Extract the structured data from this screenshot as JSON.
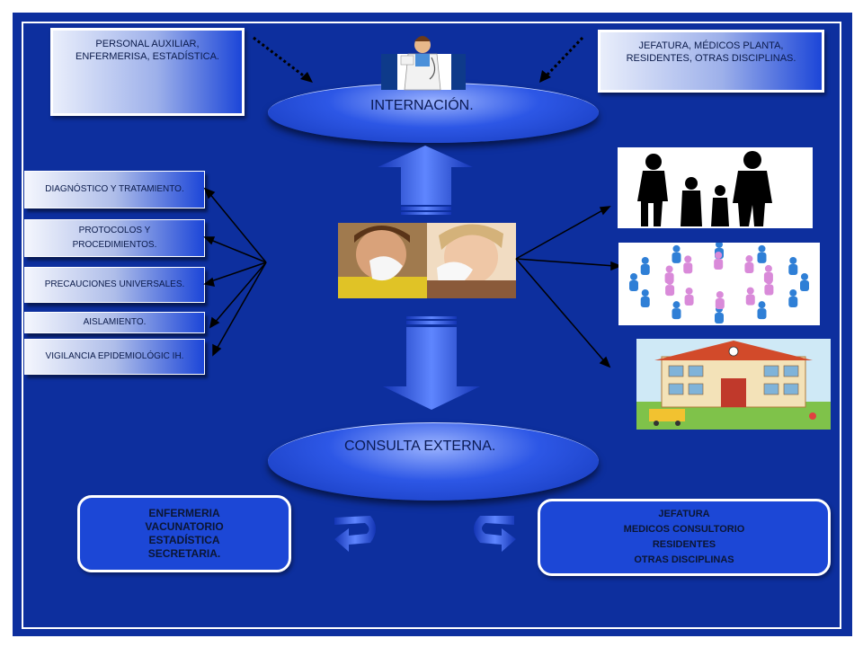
{
  "top_left_box": [
    "PERSONAL AUXILIAR,",
    "ENFERMERISA, ESTADÍSTICA."
  ],
  "top_right_box": [
    "JEFATURA, MÉDICOS PLANTA,",
    "RESIDENTES, OTRAS DISCIPLINAS."
  ],
  "internacion_label": "INTERNACIÓN.",
  "consulta_label": "CONSULTA EXTERNA.",
  "left_boxes": [
    "DIAGNÓSTICO  Y TRATAMIENTO.",
    "PROTOCOLOS Y PROCEDIMIENTOS.",
    "PRECAUCIONES  UNIVERSALES.",
    "AISLAMIENTO.",
    "VIGILANCIA  EPIDEMIOLÓGIC IH."
  ],
  "bottom_left_box": [
    "ENFERMERIA",
    "VACUNATORIO",
    "ESTADÍSTICA",
    "SECRETARIA."
  ],
  "bottom_right_box": [
    "JEFATURA",
    "MEDICOS CONSULTORIO",
    "RESIDENTES",
    "OTRAS DISCIPLINAS"
  ],
  "colors": {
    "background": "#0d2f9e",
    "ellipse": "#2d57e6",
    "box_blue": "#1c47d6"
  },
  "icons": [
    "doctor-illustration",
    "children-sneezing-photo",
    "family-silhouette-image",
    "people-network-image",
    "school-building-image"
  ]
}
